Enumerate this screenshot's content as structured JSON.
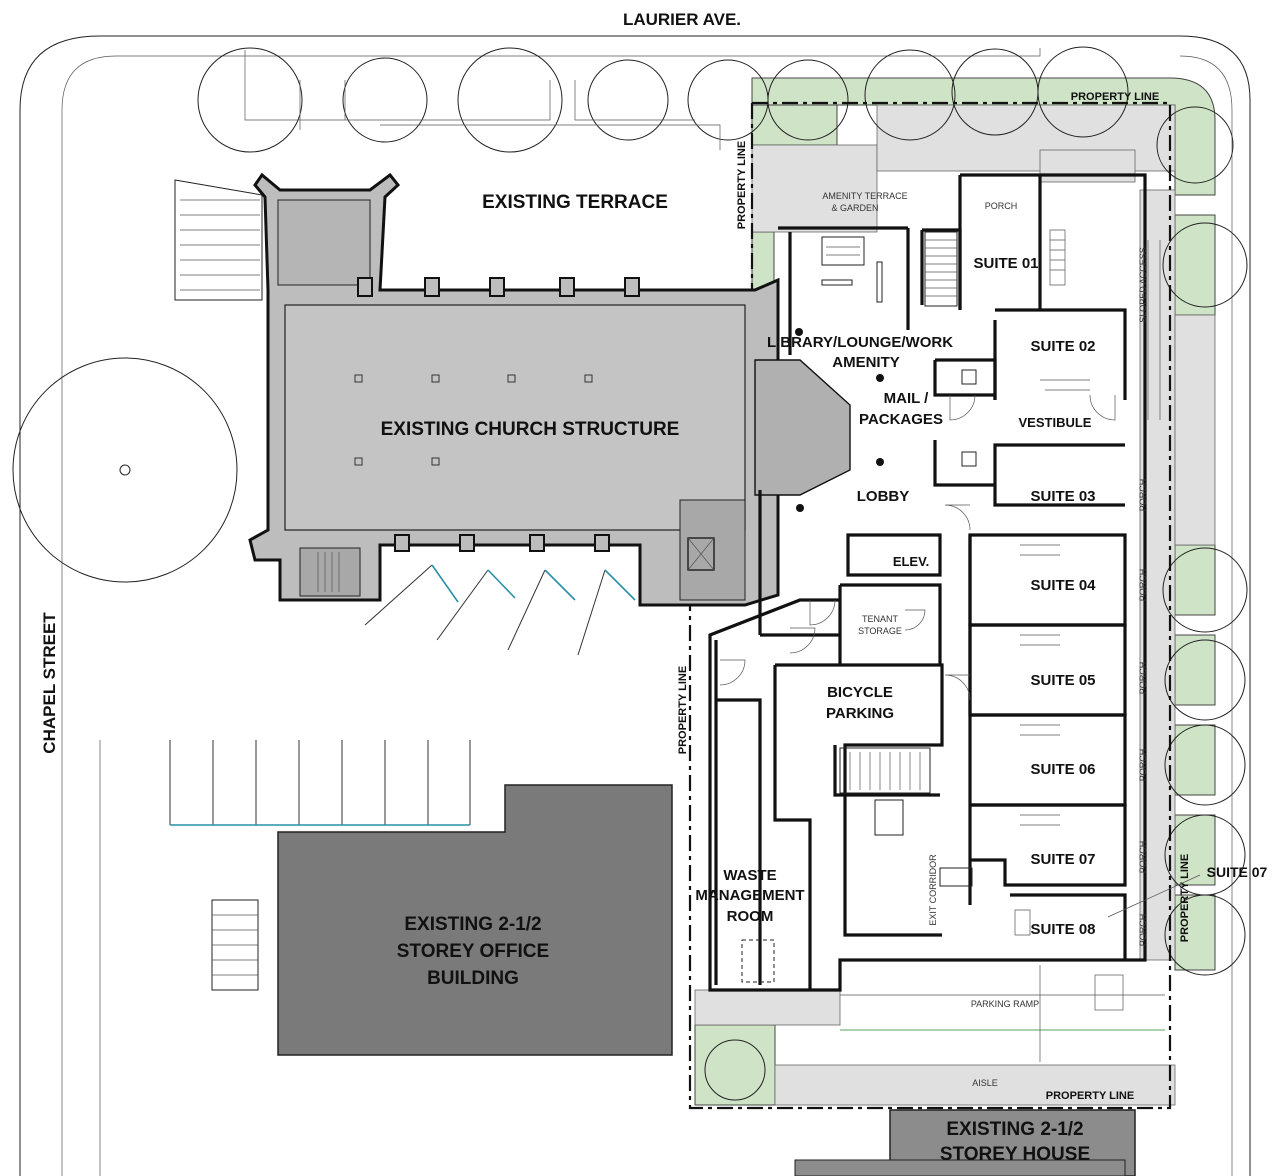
{
  "streets": {
    "north": "LAURIER AVE.",
    "west": "CHAPEL STREET"
  },
  "existing": {
    "terrace": "EXISTING TERRACE",
    "church": "EXISTING CHURCH STRUCTURE",
    "office_l1": "EXISTING 2-1/2",
    "office_l2": "STOREY OFFICE",
    "office_l3": "BUILDING",
    "house_l1": "EXISTING 2-1/2",
    "house_l2": "STOREY HOUSE"
  },
  "property_line": "PROPERTY LINE",
  "rooms": {
    "amenity_terrace_l1": "AMENITY TERRACE",
    "amenity_terrace_l2": "& GARDEN",
    "porch": "PORCH",
    "library_l1": "LIBRARY/LOUNGE/WORK",
    "library_l2": "AMENITY",
    "mail_l1": "MAIL /",
    "mail_l2": "PACKAGES",
    "vestibule": "VESTIBULE",
    "lobby": "LOBBY",
    "elevator": "ELEV.",
    "tenant_l1": "TENANT",
    "tenant_l2": "STORAGE",
    "bicycle_l1": "BICYCLE",
    "bicycle_l2": "PARKING",
    "waste_l1": "WASTE",
    "waste_l2": "MANAGEMENT",
    "waste_l3": "ROOM",
    "exit_corridor": "EXIT CORRIDOR",
    "sloped_access": "SLOPED ACCESS",
    "parking_ramp": "PARKING RAMP",
    "aisle": "AISLE"
  },
  "suites": [
    "SUITE 01",
    "SUITE 02",
    "SUITE 03",
    "SUITE 04",
    "SUITE 05",
    "SUITE 06",
    "SUITE 07",
    "SUITE 08"
  ],
  "suite_callout": "SUITE 07",
  "colors": {
    "landscape": "#cfe3c6",
    "paving": "#e0e0e0",
    "church": "#bdbdbd",
    "office": "#7a7a7a",
    "house": "#8c8c8c",
    "parking_stripe": "#2a8fa8"
  }
}
